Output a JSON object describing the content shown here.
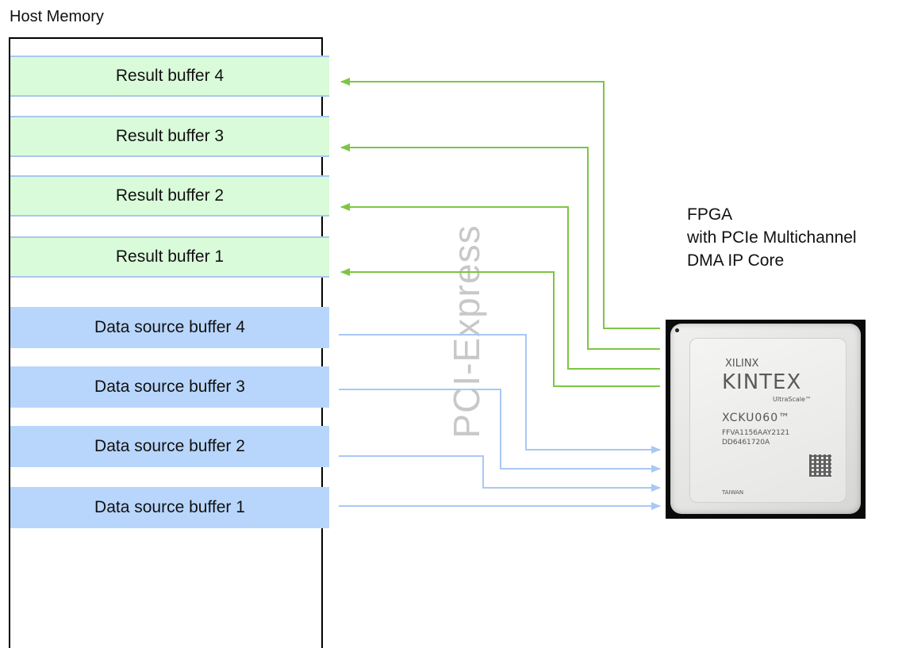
{
  "host_memory": {
    "label": "Host Memory",
    "buffers": [
      {
        "label": "Result buffer 4",
        "kind": "result"
      },
      {
        "label": "Result buffer 3",
        "kind": "result"
      },
      {
        "label": "Result buffer 2",
        "kind": "result"
      },
      {
        "label": "Result buffer 1",
        "kind": "result"
      },
      {
        "label": "Data source buffer 4",
        "kind": "source"
      },
      {
        "label": "Data source buffer 3",
        "kind": "source"
      },
      {
        "label": "Data source buffer 2",
        "kind": "source"
      },
      {
        "label": "Data source buffer 1",
        "kind": "source"
      }
    ]
  },
  "bus_label": "PCI-Express",
  "fpga": {
    "label_lines": [
      "FPGA",
      "with PCIe Multichannel",
      "DMA IP Core"
    ],
    "chip_markings": {
      "vendor": "XILINX",
      "family": "KINTEX",
      "series": "UltraScale™",
      "part": "XCKU060™",
      "line1": "FFVA1156AAY2121",
      "line2": "DD6461720A",
      "origin": "TAIWAN"
    }
  },
  "colors": {
    "result_fill": "#d9fbd9",
    "result_border": "#a9c8ee",
    "source_fill": "#b8d6fb",
    "result_arrow": "#7cc644",
    "source_arrow": "#a9c8f5"
  }
}
